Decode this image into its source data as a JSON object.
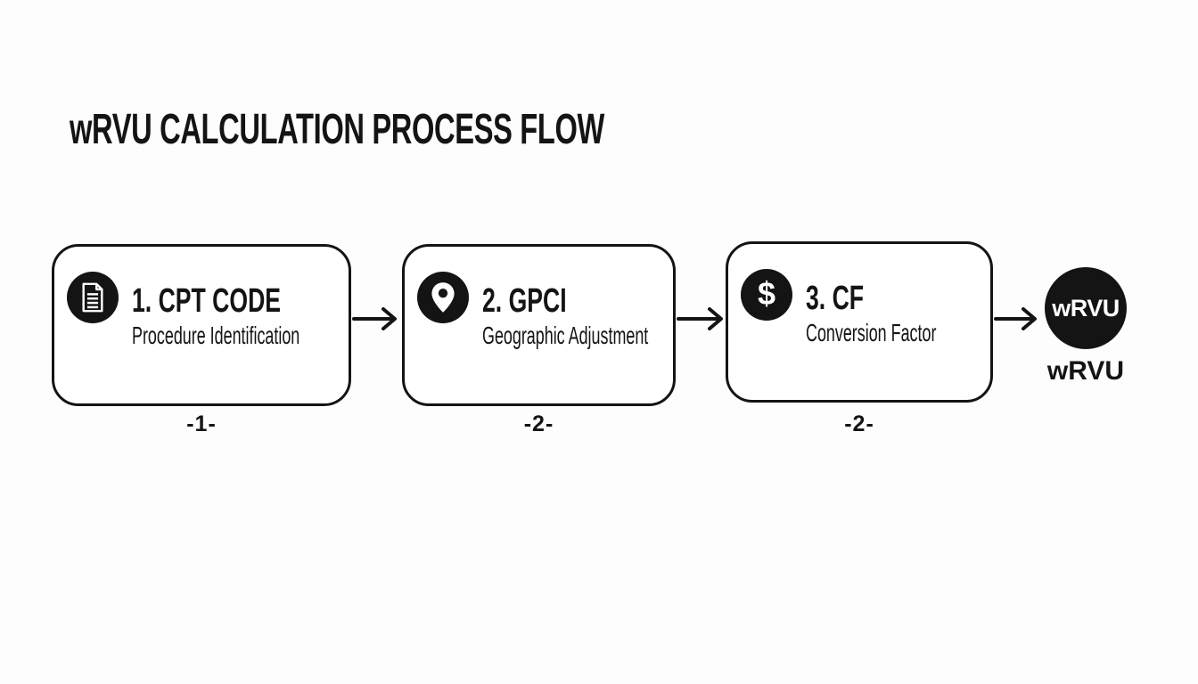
{
  "title": "wRVU CALCULATION PROCESS FLOW",
  "steps": [
    {
      "icon": "document-icon",
      "heading": "1. CPT CODE",
      "subtitle": "Procedure Identification",
      "marker": "-1-"
    },
    {
      "icon": "location-pin-icon",
      "heading": "2. GPCI",
      "subtitle": "Geographic Adjustment",
      "marker": "-2-"
    },
    {
      "icon": "dollar-icon",
      "glyph": "$",
      "heading": "3. CF",
      "subtitle": "Conversion Factor",
      "marker": "-2-"
    }
  ],
  "result": {
    "badge": "wRVU",
    "label": "wRVU"
  },
  "colors": {
    "ink": "#141414",
    "paper": "#fdfdfd"
  }
}
